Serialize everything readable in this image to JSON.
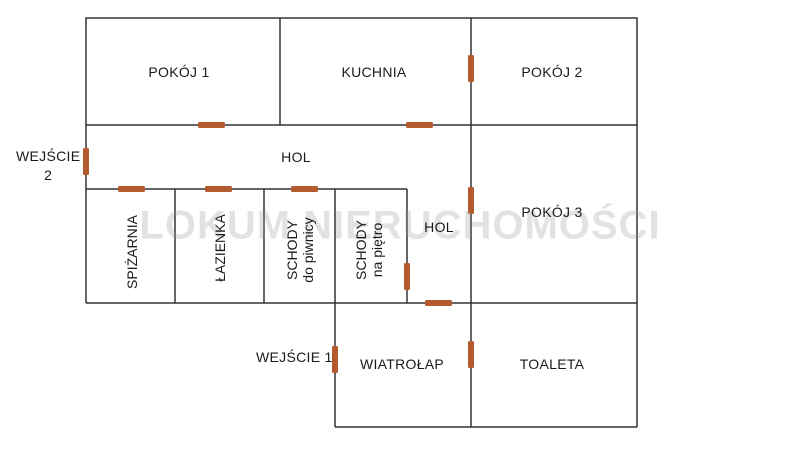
{
  "rooms": {
    "pokoj1": "POKÓJ 1",
    "kuchnia": "KUCHNIA",
    "pokoj2": "POKÓJ 2",
    "hol": "HOL",
    "pokoj3": "POKÓJ 3",
    "hol_small": "HOL",
    "spizarnia": "SPIŻARNIA",
    "lazienka": "ŁAZIENKA",
    "schody_piwnicy_1": "SCHODY",
    "schody_piwnicy_2": "do piwnicy",
    "schody_pietro_1": "SCHODY",
    "schody_pietro_2": "na piętro",
    "wiatrolap": "WIATROŁAP",
    "toaleta": "TOALETA"
  },
  "entrances": {
    "wejscie1": "WEJŚCIE 1",
    "wejscie2_line1": "WEJŚCIE",
    "wejscie2_line2": "2"
  },
  "watermark": "LOKUM NIERUCHOMOŚCI",
  "colors": {
    "wall": "#333333",
    "door": "#b35a2e",
    "text": "#1a1a1a"
  }
}
